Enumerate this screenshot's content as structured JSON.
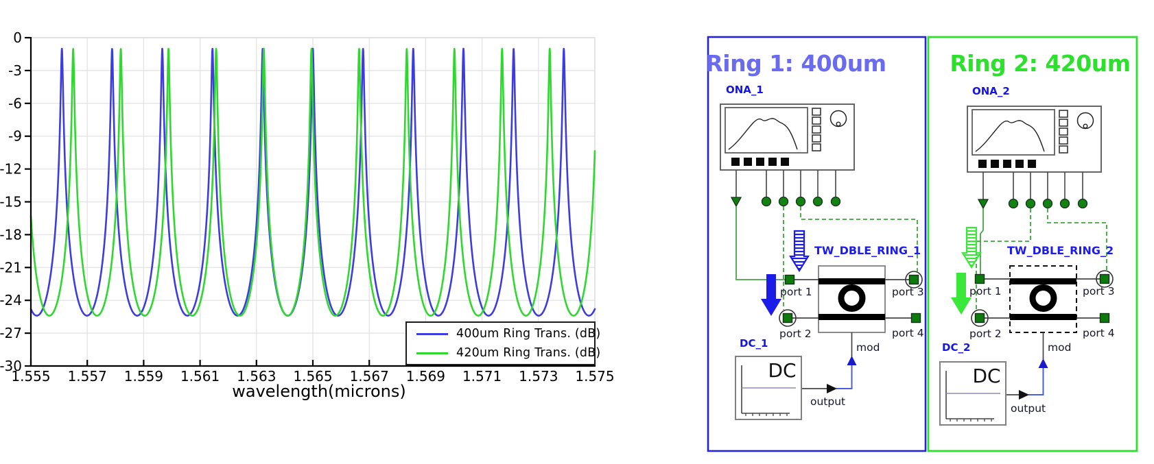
{
  "chart_data": {
    "type": "line",
    "title": "",
    "xlabel": "wavelength(microns)",
    "ylabel": "",
    "xlim": [
      1.555,
      1.575
    ],
    "ylim": [
      -30,
      0
    ],
    "xticks": [
      1.555,
      1.557,
      1.559,
      1.561,
      1.563,
      1.565,
      1.567,
      1.569,
      1.571,
      1.573,
      1.575
    ],
    "yticks": [
      0,
      -3,
      -6,
      -9,
      -12,
      -15,
      -18,
      -21,
      -24,
      -27,
      -30
    ],
    "grid": true,
    "legend_position": "bottom-right",
    "series": [
      {
        "name": "400um Ring Trans. (dB)",
        "color": "#3c3ce0",
        "shape": "airy_resonance_comb",
        "first_peak_um": 1.5561,
        "fsr_um": 0.00178,
        "peak_db": -1.0,
        "floor_db": -25.4,
        "peaks_um": [
          1.5561,
          1.5579,
          1.5597,
          1.5615,
          1.5632,
          1.565,
          1.5668,
          1.5686,
          1.5704,
          1.5721,
          1.5739
        ]
      },
      {
        "name": "420um Ring Trans. (dB)",
        "color": "#2ed82e",
        "shape": "airy_resonance_comb",
        "first_peak_um": 1.5565,
        "fsr_um": 0.00169,
        "peak_db": -1.0,
        "floor_db": -25.4,
        "peaks_um": [
          1.5565,
          1.5582,
          1.5599,
          1.5616,
          1.5633,
          1.565,
          1.5667,
          1.5684,
          1.57,
          1.5717,
          1.5734
        ]
      }
    ]
  },
  "diagram": {
    "panels": [
      {
        "title": "Ring 1: 400um",
        "title_color": "#6b6bf0",
        "border_color": "#2323dd",
        "arrow_color": "#1c1ce8",
        "ona_label": "ONA_1",
        "ring_label": "TW_DBLE_RING_1",
        "dc_label": "DC_1",
        "dc_face": "DC",
        "port1": "port 1",
        "port2": "port 2",
        "port3": "port 3",
        "port4": "port 4",
        "mod": "mod",
        "output": "output"
      },
      {
        "title": "Ring 2: 420um",
        "title_color": "#2ee02e",
        "border_color": "#2ee02e",
        "arrow_color": "#3ae83a",
        "ona_label": "ONA_2",
        "ring_label": "TW_DBLE_RING_2",
        "dc_label": "DC_2",
        "dc_face": "DC",
        "port1": "port 1",
        "port2": "port 2",
        "port3": "port 3",
        "port4": "port 4",
        "mod": "mod",
        "output": "output"
      }
    ]
  }
}
